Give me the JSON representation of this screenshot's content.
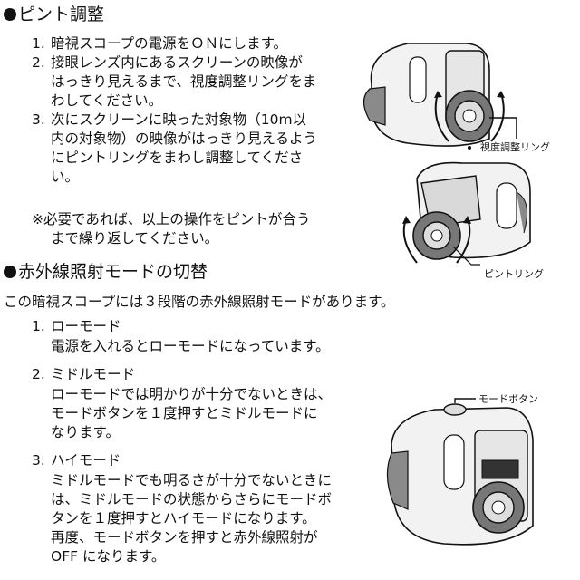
{
  "section1": {
    "heading": "ピント調整",
    "steps": [
      {
        "num": "1.",
        "lines": [
          "暗視スコープの電源をＯＮにします。"
        ]
      },
      {
        "num": "2.",
        "lines": [
          "接眼レンズ内にあるスクリーンの映像が",
          "はっきり見えるまで、視度調整リングをま",
          "わしてください。"
        ]
      },
      {
        "num": "3.",
        "lines": [
          "次にスクリーンに映った対象物（10m以",
          "内の対象物）の映像がはっきり見えるよう",
          "にピントリングをまわし調整してくださ",
          "い。"
        ]
      }
    ],
    "note": [
      "※必要であれば、以上の操作をピントが合う",
      "まで繰り返してください。"
    ],
    "label_diopter_ring": "視度調整リング",
    "label_focus_ring": "ピントリング"
  },
  "section2": {
    "heading": "赤外線照射モードの切替",
    "intro": "この暗視スコープには３段階の赤外線照射モードがあります。",
    "modes": [
      {
        "num": "1.",
        "title": "ローモード",
        "lines": [
          "電源を入れるとローモードになっています。"
        ]
      },
      {
        "num": "2.",
        "title": "ミドルモード",
        "lines": [
          "ローモードでは明かりが十分でないときは、",
          "モードボタンを１度押すとミドルモードに",
          "なります。"
        ]
      },
      {
        "num": "3.",
        "title": "ハイモード",
        "lines": [
          "ミドルモードでも明るさが十分でないときに",
          "は、ミドルモードの状態からさらにモードボ",
          "タンを１度押すとハイモードになります。",
          "再度、モードボタンを押すと赤外線照射が",
          "OFF になります。"
        ]
      }
    ],
    "label_mode_button": "モードボタン"
  },
  "colors": {
    "text": "#111111",
    "device_body": "#f2f2f2",
    "device_grip": "#8a8a8a",
    "line": "#111111"
  },
  "icons": [
    "bullet-icon",
    "night-vision-scope-illustration",
    "rotation-arrow-icon"
  ]
}
